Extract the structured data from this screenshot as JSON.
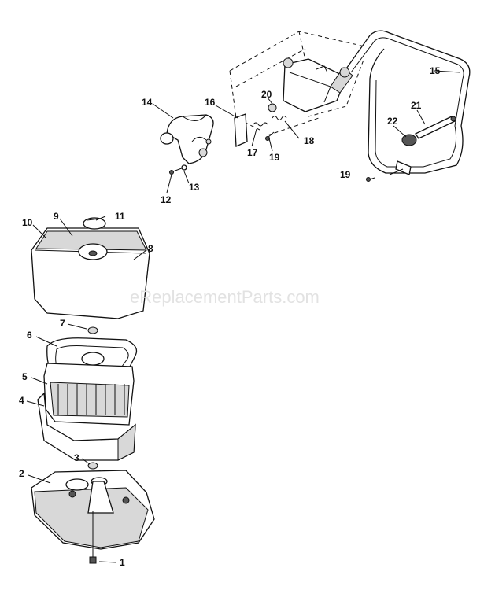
{
  "watermark": "eReplacementParts.com",
  "callouts": [
    "1",
    "2",
    "3",
    "4",
    "5",
    "6",
    "7",
    "8",
    "9",
    "10",
    "11",
    "12",
    "13",
    "14",
    "15",
    "16",
    "17",
    "18",
    "19",
    "19",
    "20",
    "21",
    "22"
  ]
}
